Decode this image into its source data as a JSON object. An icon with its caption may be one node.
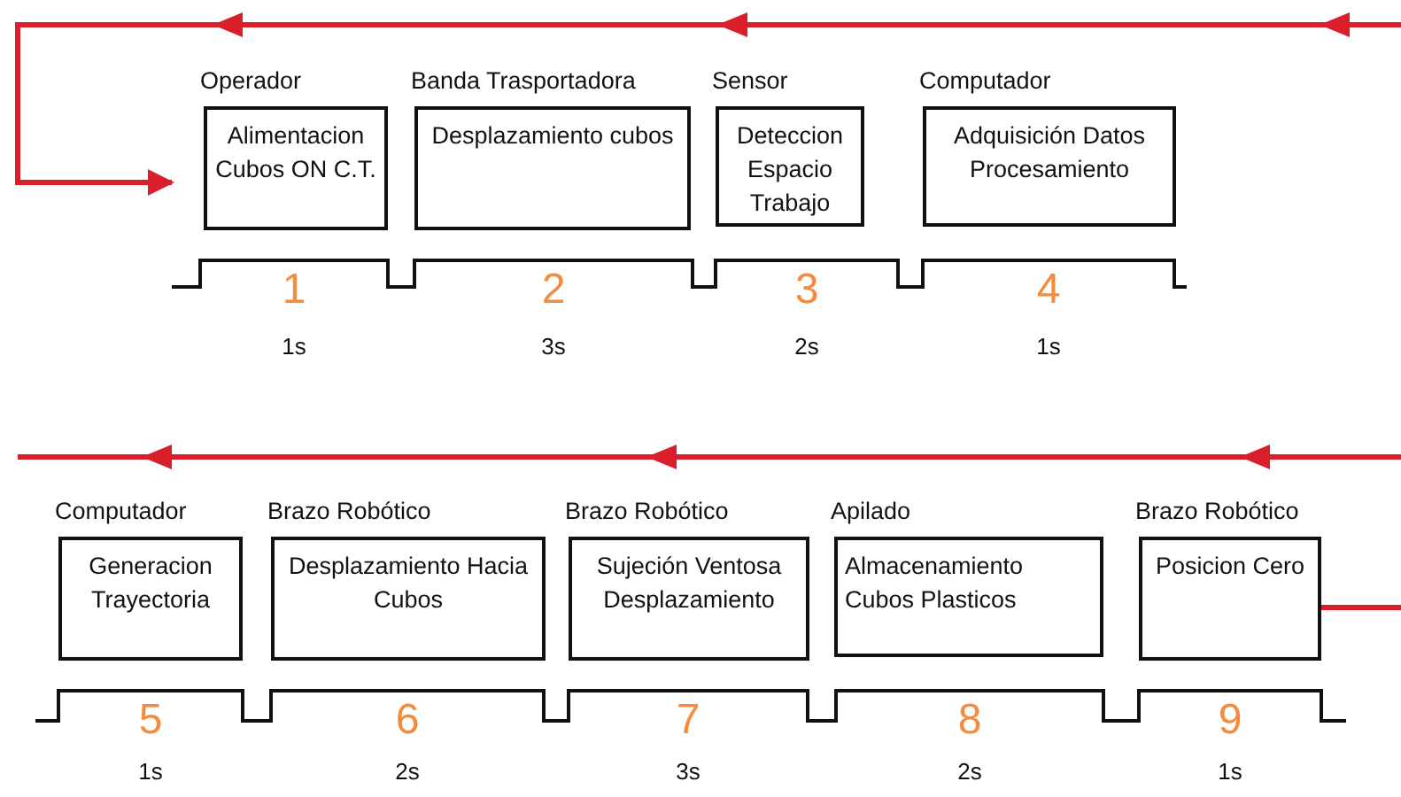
{
  "diagram": {
    "nodes": [
      {
        "text": [
          "Operador",
          "Alimentacion Cubos ON C.T."
        ],
        "beside": [
          "1",
          "1s"
        ]
      },
      {
        "text": [
          "Banda Trasportadora",
          "Desplazamiento cubos"
        ],
        "beside": [
          "2",
          "3s"
        ]
      },
      {
        "text": [
          "Sensor",
          "Deteccion Espacio Trabajo"
        ],
        "beside": [
          "3",
          "2s"
        ]
      },
      {
        "text": [
          "Computador",
          "Adquisición Datos Procesamiento"
        ],
        "beside": [
          "4",
          "1s"
        ]
      },
      {
        "text": [
          "Computador",
          "Generacion Trayectoria"
        ],
        "beside": [
          "5",
          "1s"
        ]
      },
      {
        "text": [
          "Brazo Robótico",
          "Desplazamiento Hacia Cubos"
        ],
        "beside": [
          "6",
          "2s"
        ]
      },
      {
        "text": [
          "Brazo Robótico",
          "Sujeción Ventosa Desplazamiento"
        ],
        "beside": [
          "7",
          "3s"
        ]
      },
      {
        "text": [
          "Apilado",
          "Almacenamiento Cubos Plasticos"
        ],
        "beside": [
          "8",
          "2s"
        ]
      },
      {
        "text": [
          "Brazo Robótico",
          "Posicion Cero"
        ],
        "beside": [
          "9",
          "1s"
        ]
      }
    ],
    "edges": [
      {
        "from": null,
        "to": 0,
        "arrow": "to"
      },
      {
        "from": 8,
        "to": null,
        "arrow": "none"
      }
    ]
  }
}
